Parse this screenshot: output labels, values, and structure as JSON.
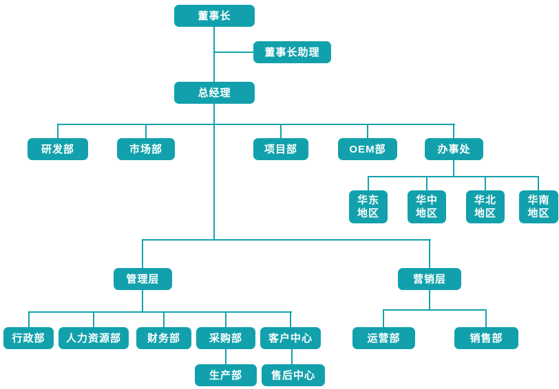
{
  "colors": {
    "node_fill": "#12A1AC",
    "node_text": "#FFFFFF",
    "connector": "#12A1AC",
    "background": "#FFFFFF"
  },
  "nodes": {
    "chairman": {
      "label": "董事长"
    },
    "chairman_assistant": {
      "label": "董事长助理"
    },
    "general_manager": {
      "label": "总经理"
    },
    "rd_dept": {
      "label": "研发部"
    },
    "marketing_dept": {
      "label": "市场部"
    },
    "project_dept": {
      "label": "项目部"
    },
    "oem_dept": {
      "label": "OEM部"
    },
    "office": {
      "label": "办事处"
    },
    "region_east": {
      "label": "华东\n地区"
    },
    "region_central": {
      "label": "华中\n地区"
    },
    "region_north": {
      "label": "华北\n地区"
    },
    "region_south": {
      "label": "华南\n地区"
    },
    "management_layer": {
      "label": "管理层"
    },
    "marketing_layer": {
      "label": "营销层"
    },
    "admin_dept": {
      "label": "行政部"
    },
    "hr_dept": {
      "label": "人力资源部"
    },
    "finance_dept": {
      "label": "财务部"
    },
    "purchasing_dept": {
      "label": "采购部"
    },
    "customer_center": {
      "label": "客户中心"
    },
    "operations_dept": {
      "label": "运营部"
    },
    "sales_dept": {
      "label": "销售部"
    },
    "production_dept": {
      "label": "生产部"
    },
    "aftersales_center": {
      "label": "售后中心"
    }
  },
  "org_tree": {
    "name": "董事长",
    "assistant": "董事长助理",
    "children": [
      {
        "name": "总经理",
        "children": [
          {
            "name": "研发部"
          },
          {
            "name": "市场部"
          },
          {
            "name": "项目部"
          },
          {
            "name": "OEM部"
          },
          {
            "name": "办事处",
            "children": [
              {
                "name": "华东地区"
              },
              {
                "name": "华中地区"
              },
              {
                "name": "华北地区"
              },
              {
                "name": "华南地区"
              }
            ]
          },
          {
            "name": "管理层",
            "children": [
              {
                "name": "行政部"
              },
              {
                "name": "人力资源部"
              },
              {
                "name": "财务部"
              },
              {
                "name": "采购部",
                "children": [
                  {
                    "name": "生产部"
                  }
                ]
              },
              {
                "name": "客户中心",
                "children": [
                  {
                    "name": "售后中心"
                  }
                ]
              }
            ]
          },
          {
            "name": "营销层",
            "children": [
              {
                "name": "运营部"
              },
              {
                "name": "销售部"
              }
            ]
          }
        ]
      }
    ]
  }
}
